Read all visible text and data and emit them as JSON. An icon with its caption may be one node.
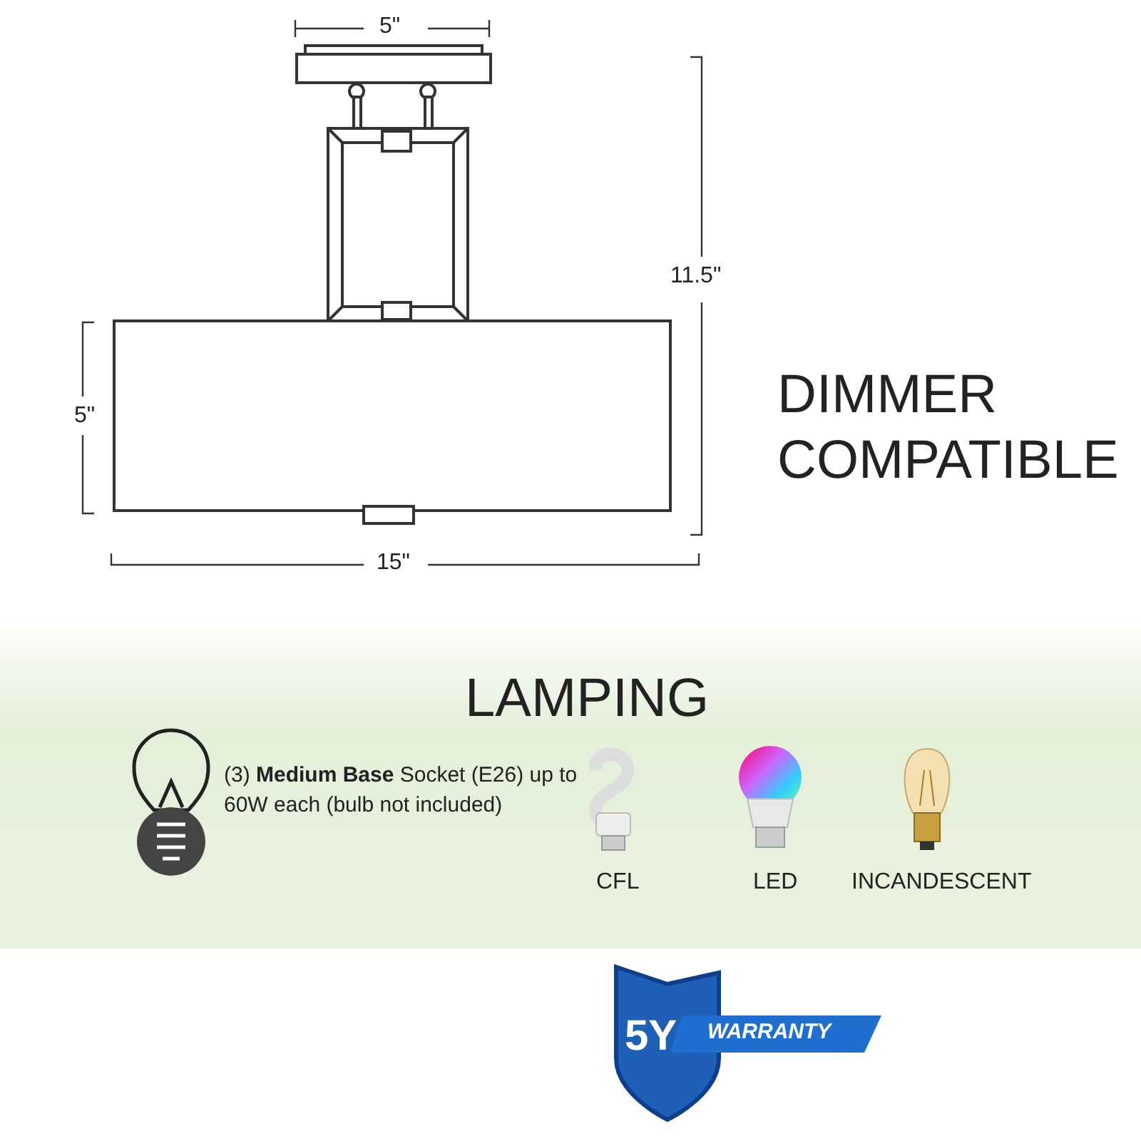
{
  "diagram": {
    "labels": [
      "5\"",
      "11.5\"",
      "5\"",
      "15\"",
      "DIMMER COMPATIBLE",
      "LAMPING",
      "(3) **Medium Base** Socket (E26) up to 60W each (bulb not included)",
      "CFL",
      "LED",
      "INCANDESCENT",
      "5Y",
      "WARRANTY"
    ]
  }
}
